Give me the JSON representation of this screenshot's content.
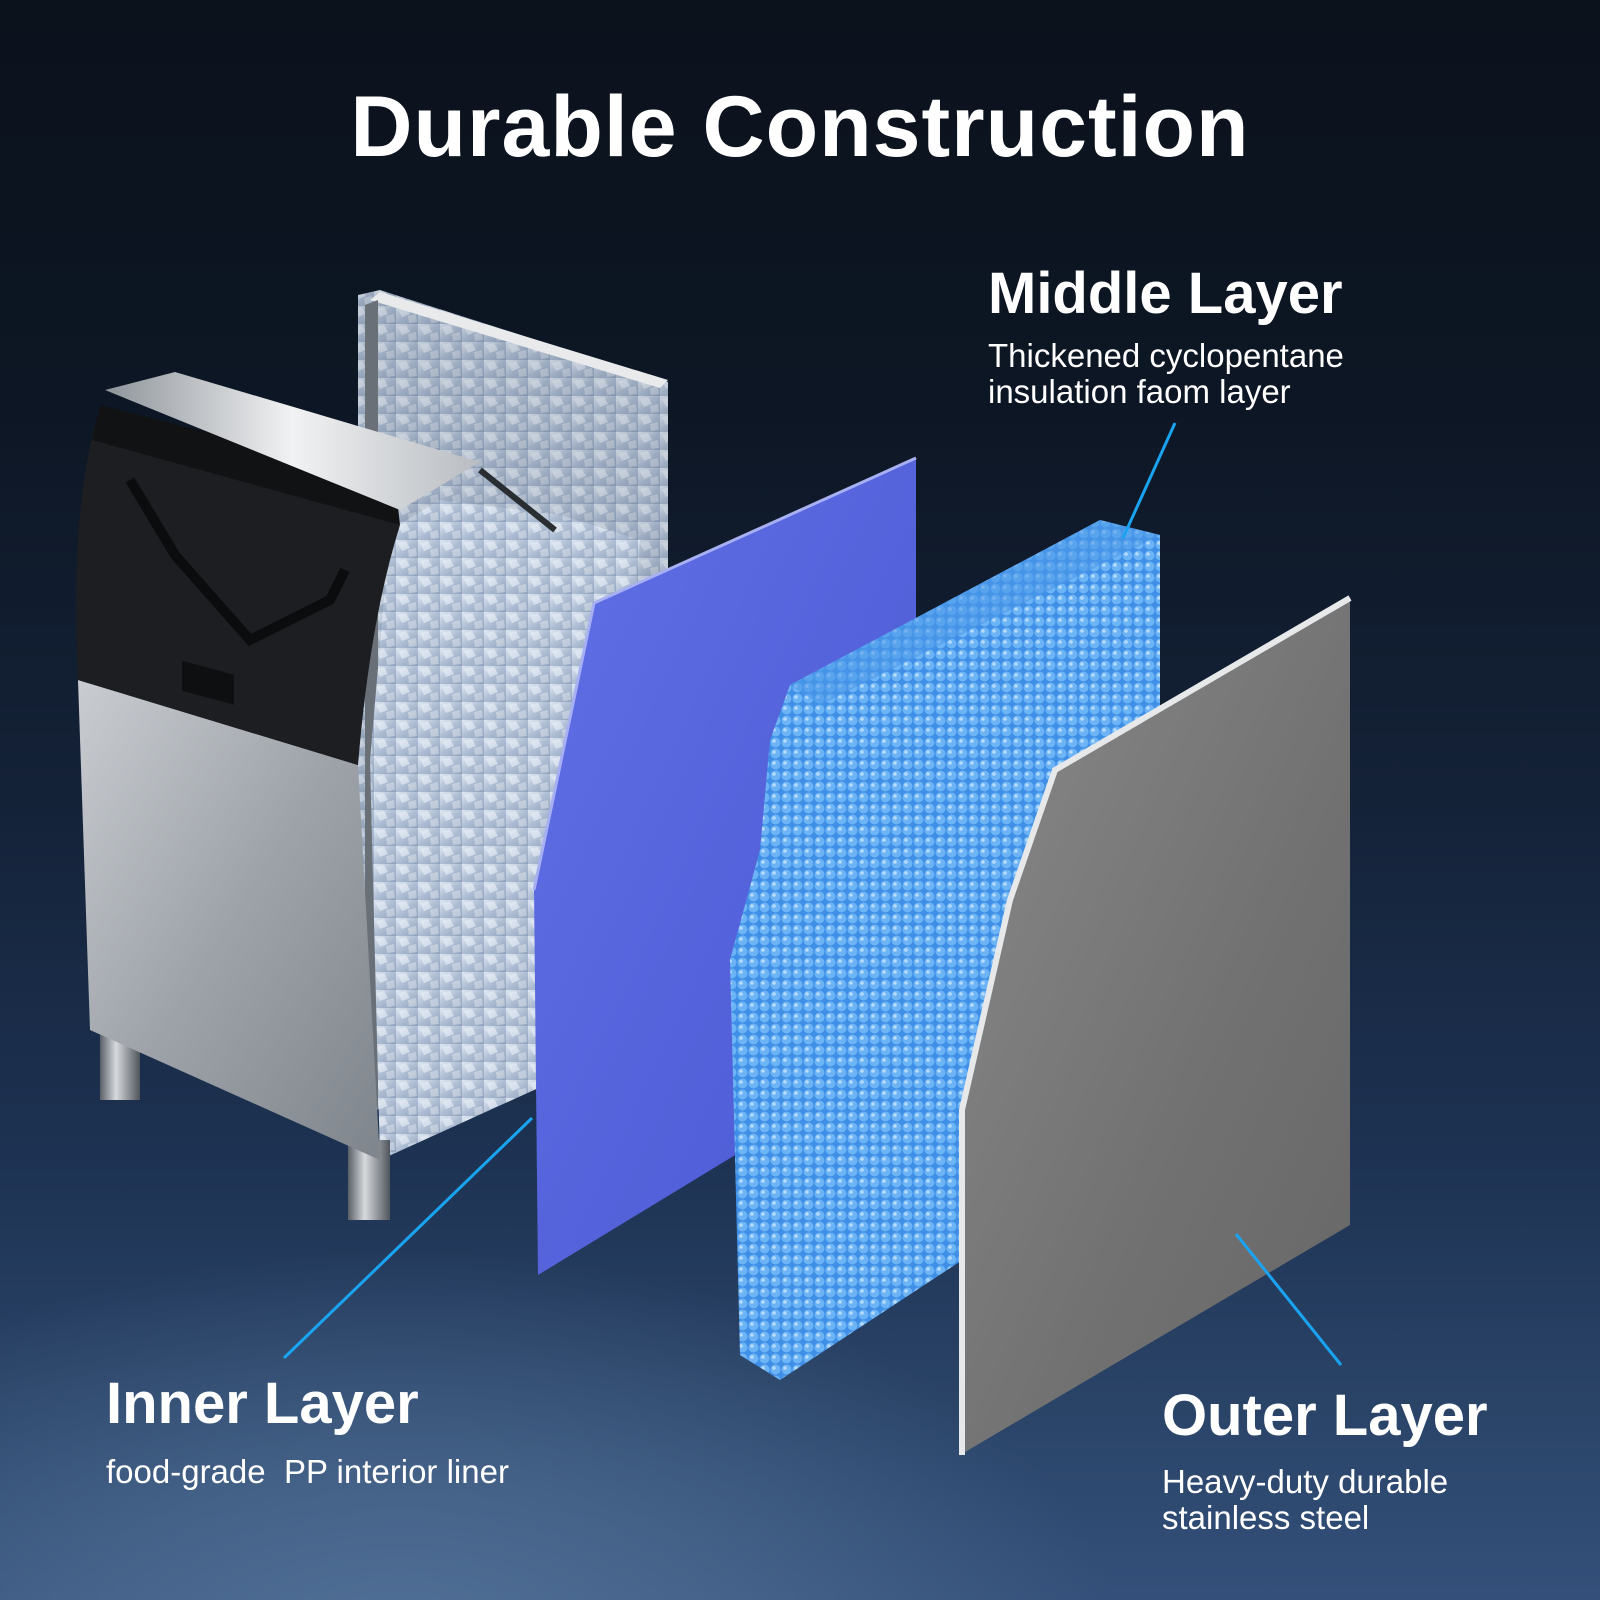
{
  "title": "Durable Construction",
  "colors": {
    "background_top": "#0b121c",
    "background_bottom": "#34507a",
    "leader_line": "#1aa3f0",
    "inner_layer": "#5464dc",
    "middle_layer": "#4aa0f0",
    "outer_layer": "#7a7a7a",
    "text": "#ffffff"
  },
  "layers": {
    "middle": {
      "heading": "Middle Layer",
      "description_line1": "Thickened cyclopentane",
      "description_line2": "insulation faom layer"
    },
    "inner": {
      "heading": "Inner Layer",
      "description": "food-grade  PP interior liner"
    },
    "outer": {
      "heading": "Outer Layer",
      "description_line1": "Heavy-duty durable",
      "description_line2": "stainless steel"
    }
  },
  "illustration": {
    "subject": "ice-machine-cutaway",
    "components": [
      "ice-bin-cabinet",
      "inner-pp-liner-panel",
      "foam-insulation-panel",
      "stainless-steel-outer-panel"
    ]
  }
}
